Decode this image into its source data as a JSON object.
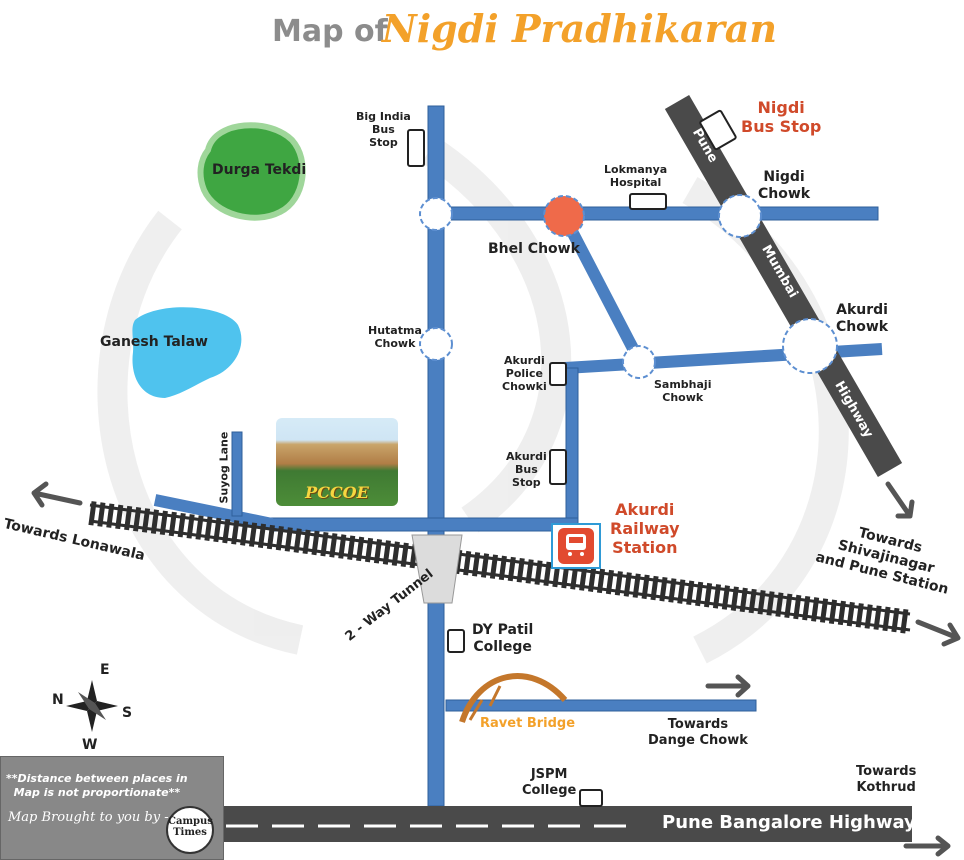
{
  "title": {
    "prefix": "Map of",
    "place": "Nigdi Pradhikaran"
  },
  "places": {
    "big_india_bus_stop": "Big India\nBus\nStop",
    "durga_tekdi": "Durga Tekdi",
    "lokmanya_hospital": "Lokmanya\nHospital",
    "nigdi_bus_stop": "Nigdi\nBus Stop",
    "nigdi_chowk": "Nigdi\nChowk",
    "bhel_chowk": "Bhel Chowk",
    "ganesh_talaw": "Ganesh Talaw",
    "hutatma_chowk": "Hutatma\nChowk",
    "akurdi_police_chowki": "Akurdi\nPolice\nChowki",
    "sambhaji_chowk": "Sambhaji\nChowk",
    "akurdi_chowk": "Akurdi\nChowk",
    "akurdi_bus_stop": "Akurdi\nBus\nStop",
    "suyog_lane": "Suyog Lane",
    "pccoe": "PCCOE",
    "akurdi_railway_station": "Akurdi\nRailway\nStation",
    "towards_lonawala": "Towards Lonawala",
    "towards_shivajinagar": "Towards\nShivajinagar\nand Pune Station",
    "tunnel": "2 - Way Tunnel",
    "dy_patil_college": "DY Patil\nCollege",
    "ravet_bridge": "Ravet Bridge",
    "towards_dange_chowk": "Towards\nDange Chowk",
    "jspm_college": "JSPM\nCollege",
    "towards_kothrud": "Towards\nKothrud",
    "pune_bangalore_highway": "Pune Bangalore Highway"
  },
  "highway_words": {
    "pune": "Pune",
    "mumbai": "Mumbai",
    "highway": "Highway"
  },
  "compass": {
    "n": "N",
    "e": "E",
    "s": "S",
    "w": "W"
  },
  "footer": {
    "note": "**Distance between places in\n  Map is not proportionate**",
    "by": "Map Brought to you by -",
    "logo": "Campus\nTimes"
  },
  "colors": {
    "road": "#4a7fc1",
    "road_outline": "#2f5f9a",
    "highway": "#4a4a4a",
    "junction_highlight": "#ef6a4a",
    "accent_orange": "#f3a12a",
    "accent_red": "#d04a2a"
  }
}
